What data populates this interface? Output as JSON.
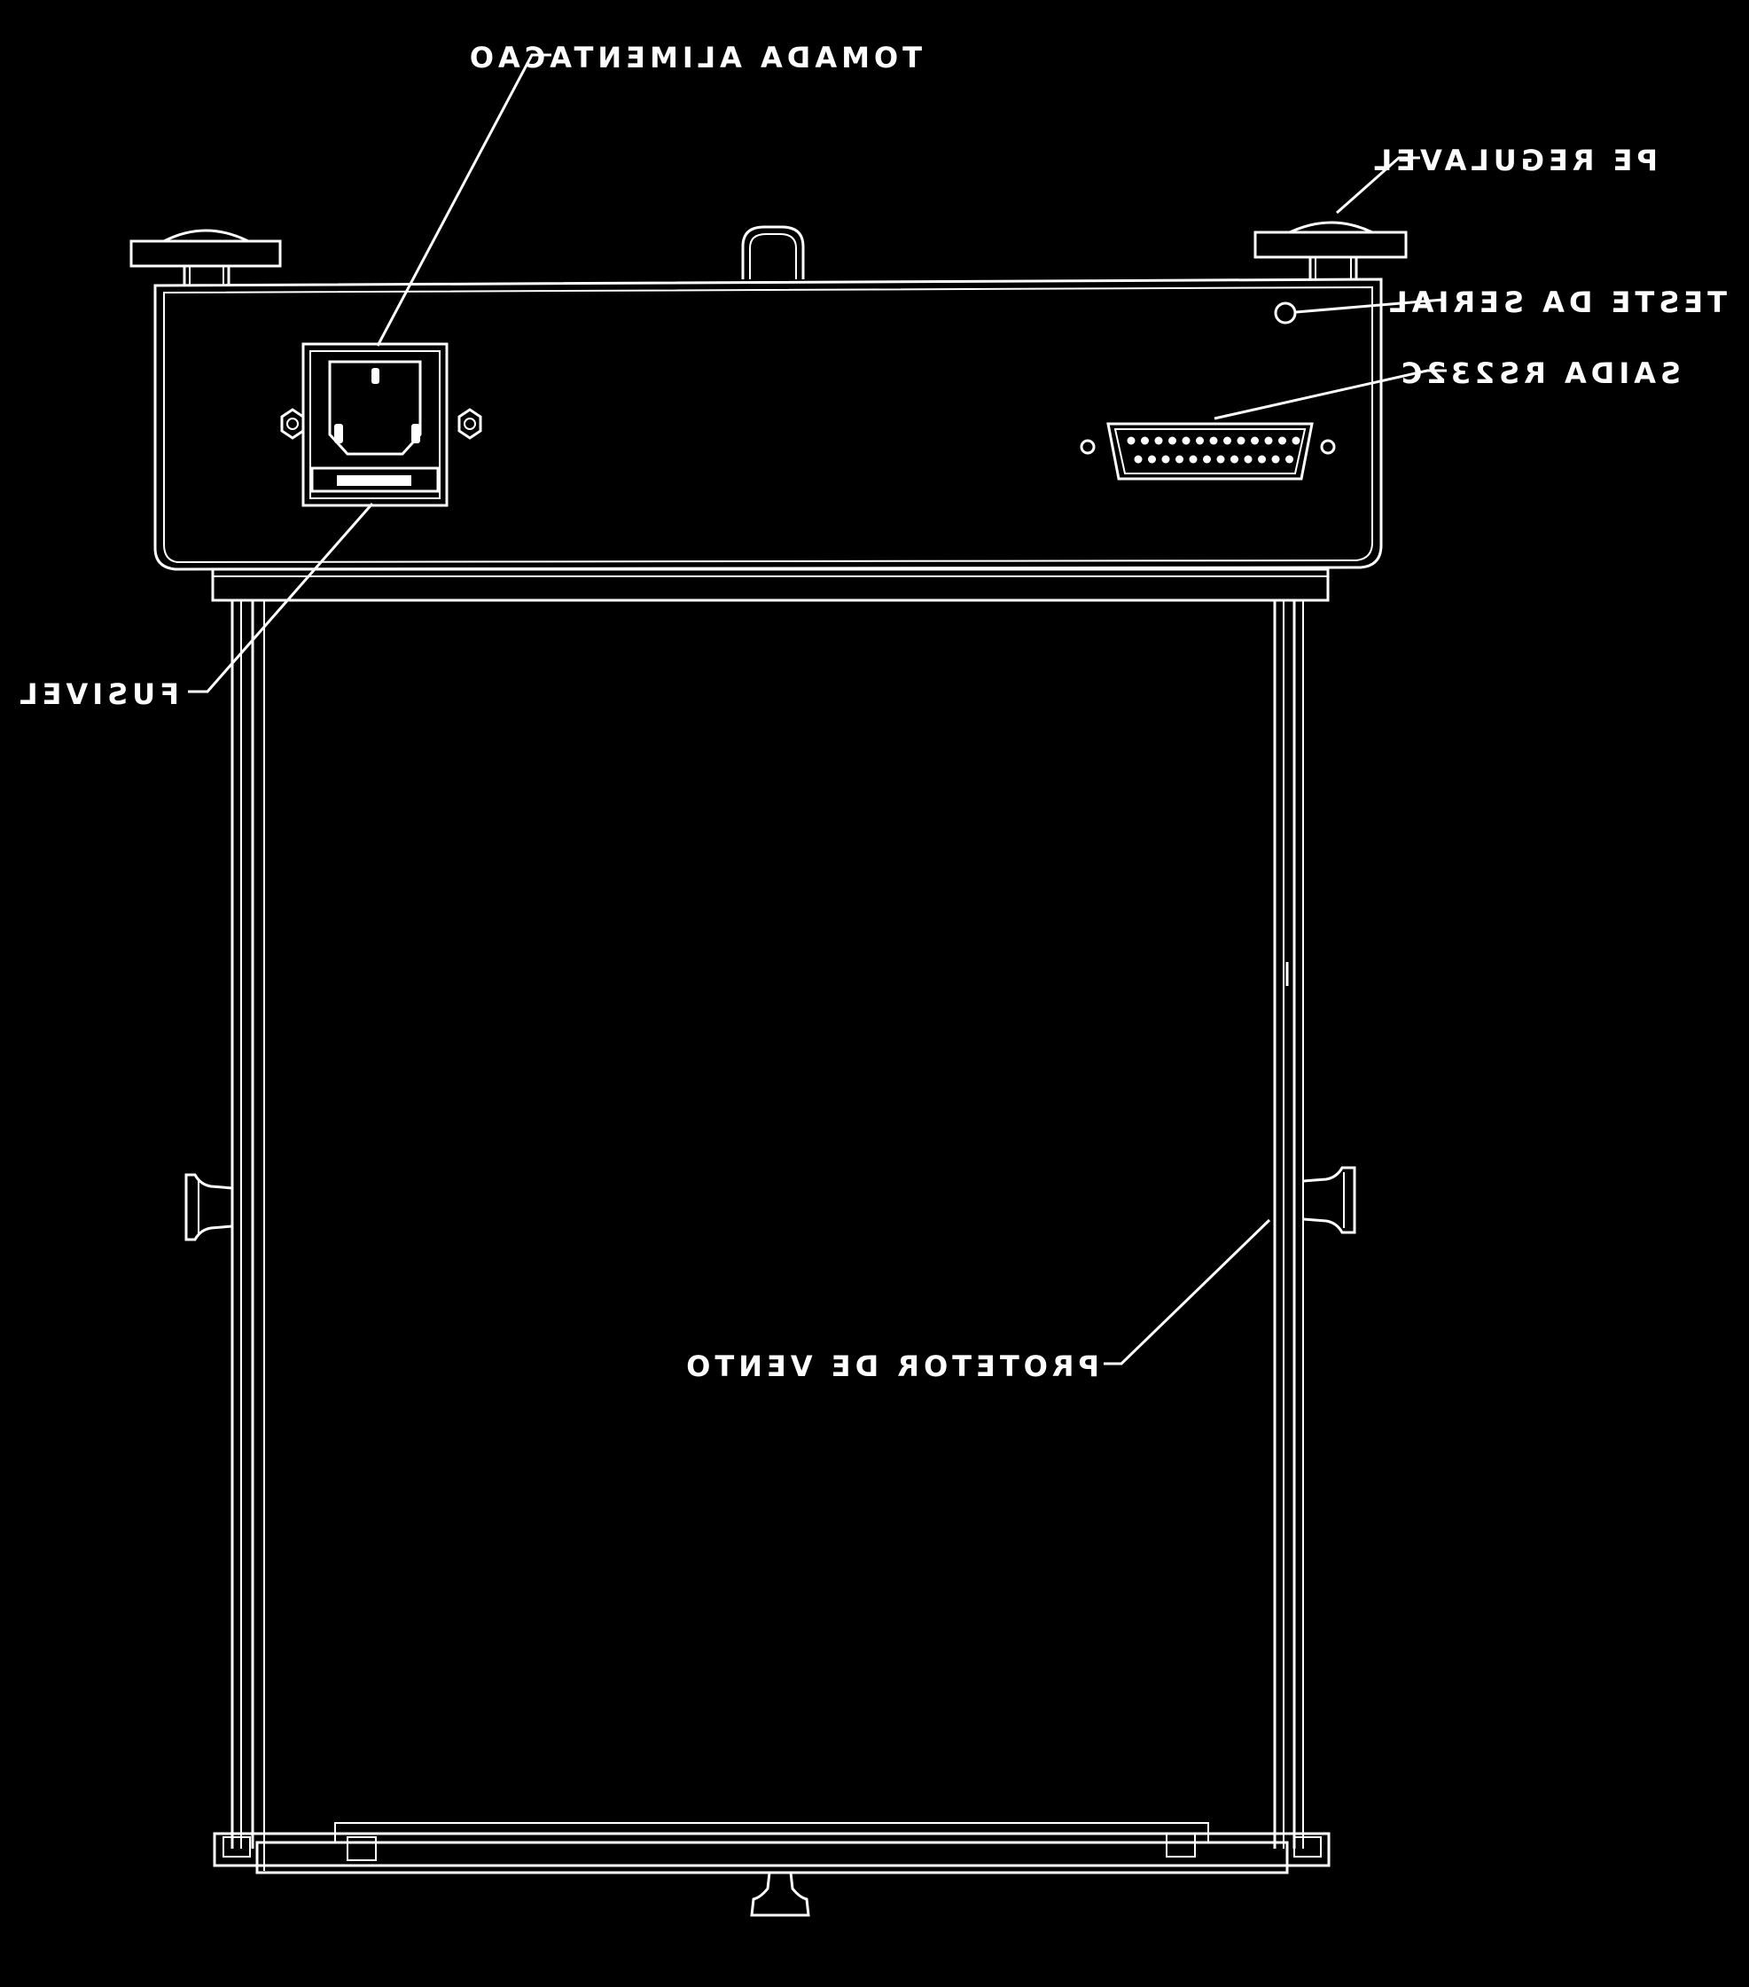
{
  "background_color": "#000000",
  "line_color": "#ffffff",
  "labels": {
    "power_socket": "TOMADA ALIMENTACAO",
    "adjustable_foot": "PE REGULAVEL",
    "serial_test": "TESTE DA SERIAL",
    "rs232_output": "SAIDA RS232C",
    "fuse": "FUSIVEL",
    "wind_protector": "PROTETOR DE VENTO"
  },
  "text_orientation": "mirrored"
}
